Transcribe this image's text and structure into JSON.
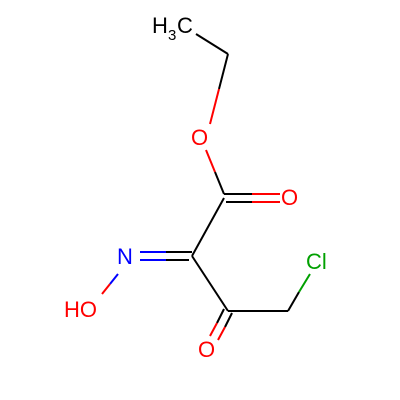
{
  "molecule": {
    "atoms": {
      "methyl_h": "H",
      "methyl_sub": "3",
      "methyl_c": "C",
      "ester_o": "O",
      "carbonyl_o_top": "O",
      "oxime_n": "N",
      "hydroxyl": "HO",
      "carbonyl_o_bottom": "O",
      "chlorine": "Cl"
    },
    "colors": {
      "carbon": "#000000",
      "oxygen": "#ff0000",
      "nitrogen": "#0000ff",
      "chlorine": "#00a000"
    }
  }
}
